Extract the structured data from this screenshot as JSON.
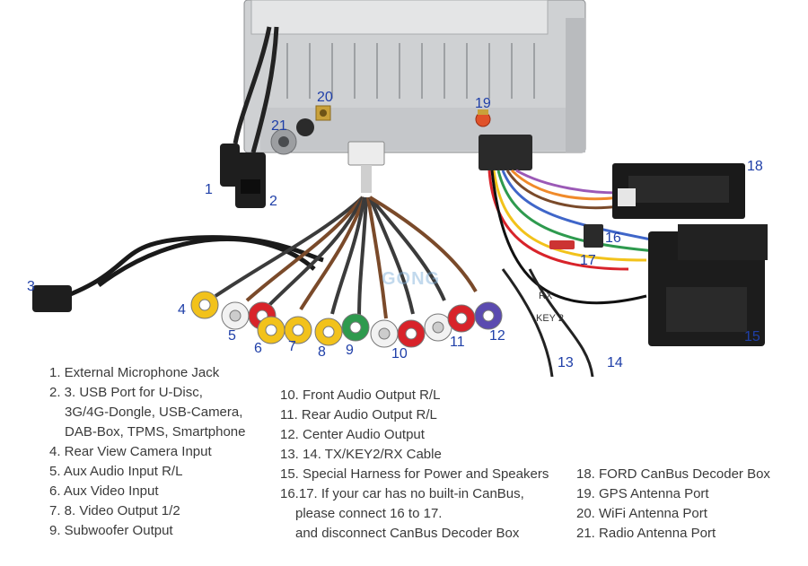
{
  "callouts": {
    "n1": "1",
    "n2": "2",
    "n3": "3",
    "n4": "4",
    "n5": "5",
    "n6": "6",
    "n7": "7",
    "n8": "8",
    "n9": "9",
    "n10": "10",
    "n11": "11",
    "n12": "12",
    "n13": "13",
    "n14": "14",
    "n15": "15",
    "n16": "16",
    "n17": "17",
    "n18": "18",
    "n19": "19",
    "n20": "20",
    "n21": "21"
  },
  "watermark": "GONG",
  "labels": {
    "rx": "RX",
    "key2": "KEY 2"
  },
  "legend": {
    "col1": [
      "1. External Microphone Jack",
      "2. 3. USB Port for U-Disc,",
      "3G/4G-Dongle, USB-Camera,",
      "DAB-Box, TPMS, Smartphone",
      "4. Rear View Camera Input",
      "5. Aux Audio Input R/L",
      "6. Aux Video Input",
      "7. 8. Video Output 1/2",
      "9. Subwoofer Output"
    ],
    "col2": [
      "10. Front Audio Output R/L",
      "11. Rear Audio Output R/L",
      "12. Center Audio Output",
      "13. 14. TX/KEY2/RX Cable",
      "15. Special Harness for Power and Speakers",
      "16.17. If your car has no built-in CanBus,",
      "please connect 16 to 17.",
      "and disconnect CanBus Decoder Box"
    ],
    "col3": [
      "18. FORD CanBus Decoder Box",
      "19. GPS Antenna Port",
      "20. WiFi Antenna Port",
      "21. Radio Antenna Port"
    ]
  },
  "colors": {
    "callout": "#1f3fa8",
    "legend_text": "#3a3a3a",
    "rca_yellow": "#f2c21b",
    "rca_red": "#d8232a",
    "rca_white": "#f2f2f2",
    "rca_green": "#2e9a4e",
    "rca_purple": "#5b4bb0"
  }
}
